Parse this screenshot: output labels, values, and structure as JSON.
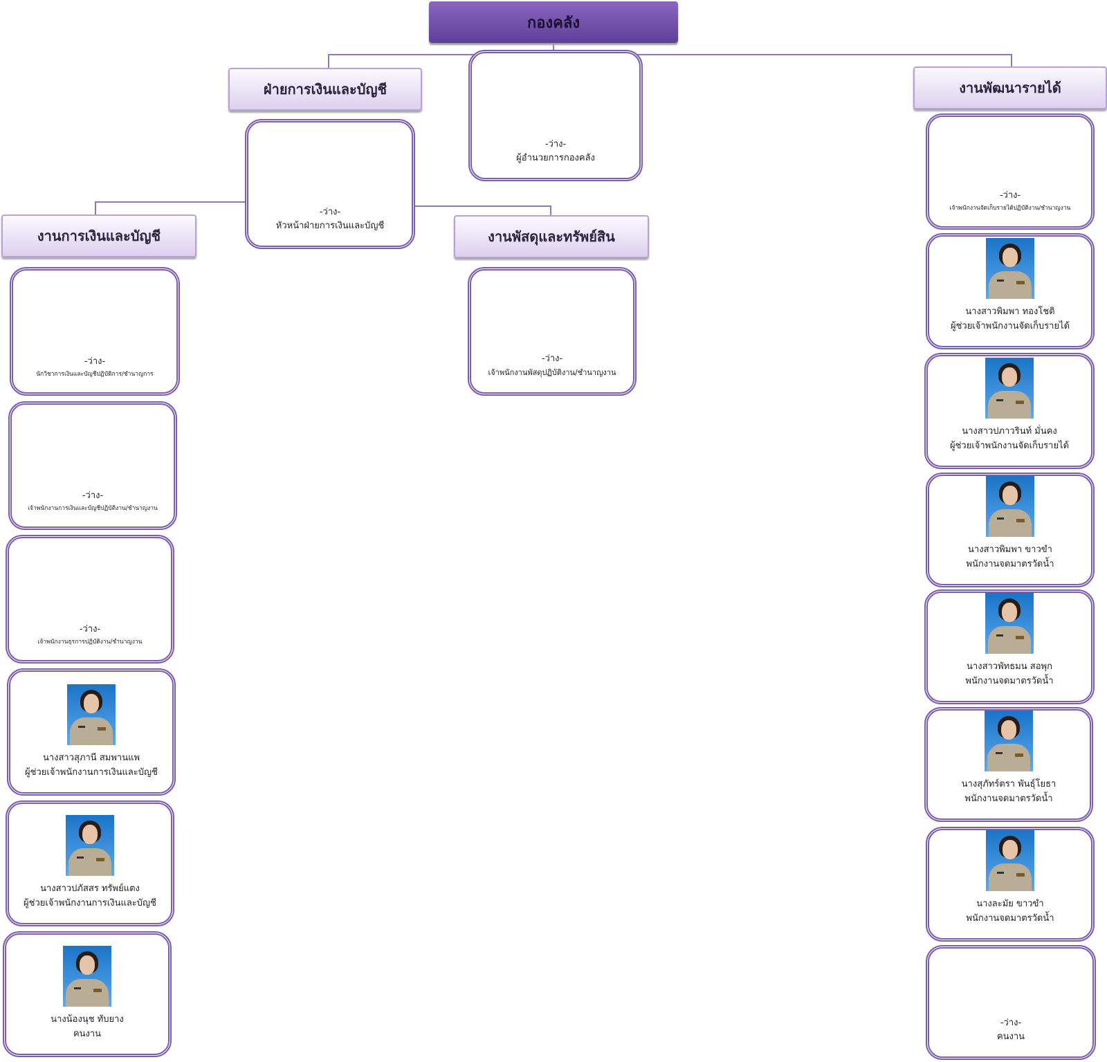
{
  "division": {
    "title": "กองคลัง"
  },
  "sections": {
    "finance_dept": "ฝ่ายการเงินและบัญชี",
    "revenue_work": "งานพัฒนารายได้",
    "finance_work": "งานการเงินและบัญชี",
    "supply_work": "งานพัสดุและทรัพย์สิน"
  },
  "vacant_label": "-ว่าง-",
  "director": {
    "role": "ผู้อำนวยการกองคลัง"
  },
  "finance_head": {
    "role": "หัวหน้าฝ่ายการเงินและบัญชี"
  },
  "finance_staff": [
    {
      "vacant": true,
      "role": "นักวิชาการเงินและบัญชีปฏิบัติการ/ชำนาญการ"
    },
    {
      "vacant": true,
      "role": "เจ้าพนักงานการเงินและบัญชีปฏิบัติงาน/ชำนาญงาน"
    },
    {
      "vacant": true,
      "role": "เจ้าพนักงานธุรการปฏิบัติงาน/ชำนาญงาน"
    },
    {
      "vacant": false,
      "name": "นางสาวสุภานี  สมพานแพ",
      "role": "ผู้ช่วยเจ้าพนักงานการเงินและบัญชี"
    },
    {
      "vacant": false,
      "name": "นางสาวปภัสสร  ทรัพย์แตง",
      "role": "ผู้ช่วยเจ้าพนักงานการเงินและบัญชี"
    },
    {
      "vacant": false,
      "name": "นางน้องนุช  ทับยาง",
      "role": "คนงาน"
    }
  ],
  "supply_staff": [
    {
      "vacant": true,
      "role": "เจ้าพนักงานพัสดุปฏิบัติงาน/ชำนาญงาน"
    }
  ],
  "revenue_staff": [
    {
      "vacant": true,
      "role": "เจ้าพนักงานจัดเก็บรายได้ปฏิบัติงาน/ชำนาญงาน"
    },
    {
      "vacant": false,
      "name": "นางสาวพิมพา  ทองโชติ",
      "role": "ผู้ช่วยเจ้าพนักงานจัดเก็บรายได้"
    },
    {
      "vacant": false,
      "name": "นางสาวปภาวรินท์  มั่นคง",
      "role": "ผู้ช่วยเจ้าพนักงานจัดเก็บรายได้"
    },
    {
      "vacant": false,
      "name": "นางสาวพิมพา  ขาวขำ",
      "role": "พนักงานจดมาตรวัดน้ำ"
    },
    {
      "vacant": false,
      "name": "นางสาวพัทธมน สอพุก",
      "role": "พนักงานจดมาตรวัดน้ำ"
    },
    {
      "vacant": false,
      "name": "นางสุภัทร์ตรา พันธุ์โยธา",
      "role": "พนักงานจดมาตรวัดน้ำ"
    },
    {
      "vacant": false,
      "name": "นางละมัย ขาวขำ",
      "role": "พนักงานจดมาตรวัดน้ำ"
    },
    {
      "vacant": true,
      "role": "คนงาน"
    }
  ]
}
